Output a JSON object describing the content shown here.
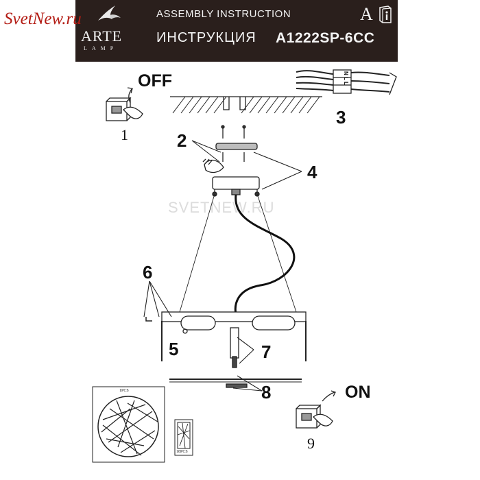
{
  "header": {
    "brand_name": "ARTE",
    "brand_sub": "LAMP",
    "title_en": "ASSEMBLY INSTRUCTION",
    "title_ru": "ИНСТРУКЦИЯ",
    "model": "A1222SP-6CC",
    "letter": "A"
  },
  "watermarks": {
    "corner": "SvetNew.ru",
    "center": "SVETNEW.RU"
  },
  "steps": {
    "off_label": "OFF",
    "on_label": "ON",
    "step_1": "1",
    "step_2": "2",
    "step_3": "3",
    "step_4": "4",
    "step_5": "5",
    "step_6": "6",
    "step_7": "7",
    "step_8": "8",
    "step_9": "9"
  },
  "terminal_block": {
    "labels": [
      "N",
      "L",
      "L"
    ]
  },
  "parts": {
    "diffuser_qty": "1PCS",
    "panel_qty": "18PCS"
  }
}
